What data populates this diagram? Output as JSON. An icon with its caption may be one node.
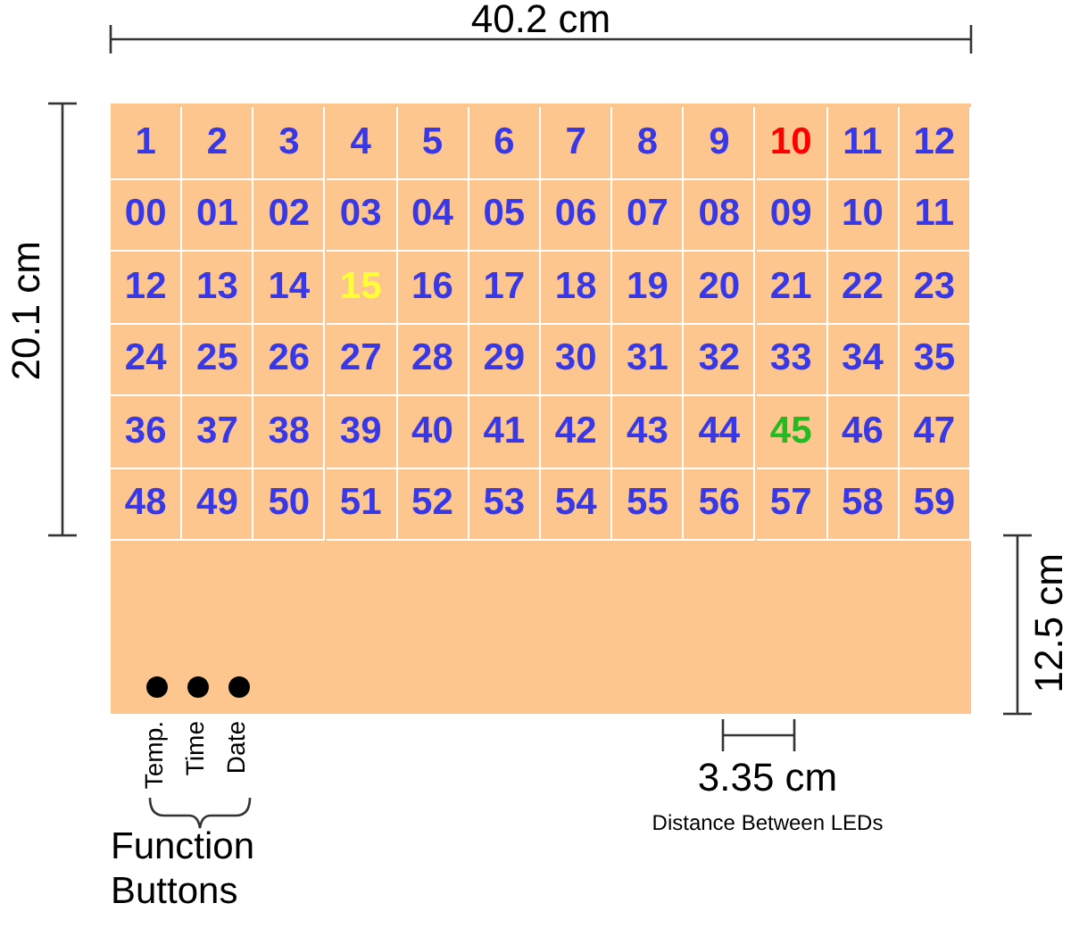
{
  "diagram": {
    "nodes": [
      {
        "text": [],
        "shape": "box"
      },
      {
        "text": [
          "1"
        ],
        "in": 0
      },
      {
        "text": [
          "2"
        ],
        "in": 0
      },
      {
        "text": [
          "3"
        ],
        "in": 0
      },
      {
        "text": [
          "4"
        ],
        "in": 0
      },
      {
        "text": [
          "5"
        ],
        "in": 0
      },
      {
        "text": [
          "6"
        ],
        "in": 0
      },
      {
        "text": [
          "7"
        ],
        "in": 0
      },
      {
        "text": [
          "8"
        ],
        "in": 0
      },
      {
        "text": [
          "9"
        ],
        "in": 0
      },
      {
        "text": [
          "10"
        ],
        "in": 0
      },
      {
        "text": [
          "11"
        ],
        "in": 0
      },
      {
        "text": [
          "12"
        ],
        "in": 0
      },
      {
        "text": [
          "00"
        ],
        "in": 0
      },
      {
        "text": [
          "01"
        ],
        "in": 0
      },
      {
        "text": [
          "02"
        ],
        "in": 0
      },
      {
        "text": [
          "03"
        ],
        "in": 0
      },
      {
        "text": [
          "04"
        ],
        "in": 0
      },
      {
        "text": [
          "05"
        ],
        "in": 0
      },
      {
        "text": [
          "06"
        ],
        "in": 0
      },
      {
        "text": [
          "07"
        ],
        "in": 0
      },
      {
        "text": [
          "08"
        ],
        "in": 0
      },
      {
        "text": [
          "09"
        ],
        "in": 0
      },
      {
        "text": [
          "10"
        ],
        "in": 0
      },
      {
        "text": [
          "11"
        ],
        "in": 0
      },
      {
        "text": [
          "12"
        ],
        "in": 0
      },
      {
        "text": [
          "13"
        ],
        "in": 0
      },
      {
        "text": [
          "14"
        ],
        "in": 0
      },
      {
        "text": [
          "15"
        ],
        "in": 0
      },
      {
        "text": [
          "16"
        ],
        "in": 0
      },
      {
        "text": [
          "17"
        ],
        "in": 0
      },
      {
        "text": [
          "18"
        ],
        "in": 0
      },
      {
        "text": [
          "19"
        ],
        "in": 0
      },
      {
        "text": [
          "20"
        ],
        "in": 0
      },
      {
        "text": [
          "21"
        ],
        "in": 0
      },
      {
        "text": [
          "22"
        ],
        "in": 0
      },
      {
        "text": [
          "23"
        ],
        "in": 0
      },
      {
        "text": [
          "24"
        ],
        "in": 0
      },
      {
        "text": [
          "25"
        ],
        "in": 0
      },
      {
        "text": [
          "26"
        ],
        "in": 0
      },
      {
        "text": [
          "27"
        ],
        "in": 0
      },
      {
        "text": [
          "28"
        ],
        "in": 0
      },
      {
        "text": [
          "29"
        ],
        "in": 0
      },
      {
        "text": [
          "30"
        ],
        "in": 0
      },
      {
        "text": [
          "31"
        ],
        "in": 0
      },
      {
        "text": [
          "32"
        ],
        "in": 0
      },
      {
        "text": [
          "33"
        ],
        "in": 0
      },
      {
        "text": [
          "34"
        ],
        "in": 0
      },
      {
        "text": [
          "35"
        ],
        "in": 0
      },
      {
        "text": [
          "36"
        ],
        "in": 0
      },
      {
        "text": [
          "37"
        ],
        "in": 0
      },
      {
        "text": [
          "38"
        ],
        "in": 0
      },
      {
        "text": [
          "39"
        ],
        "in": 0
      },
      {
        "text": [
          "40"
        ],
        "in": 0
      },
      {
        "text": [
          "41"
        ],
        "in": 0
      },
      {
        "text": [
          "42"
        ],
        "in": 0
      },
      {
        "text": [
          "43"
        ],
        "in": 0
      },
      {
        "text": [
          "44"
        ],
        "in": 0
      },
      {
        "text": [
          "45"
        ],
        "in": 0
      },
      {
        "text": [
          "46"
        ],
        "in": 0
      },
      {
        "text": [
          "47"
        ],
        "in": 0
      },
      {
        "text": [
          "48"
        ],
        "in": 0
      },
      {
        "text": [
          "49"
        ],
        "in": 0
      },
      {
        "text": [
          "50"
        ],
        "in": 0
      },
      {
        "text": [
          "51"
        ],
        "in": 0
      },
      {
        "text": [
          "52"
        ],
        "in": 0
      },
      {
        "text": [
          "53"
        ],
        "in": 0
      },
      {
        "text": [
          "54"
        ],
        "in": 0
      },
      {
        "text": [
          "55"
        ],
        "in": 0
      },
      {
        "text": [
          "56"
        ],
        "in": 0
      },
      {
        "text": [
          "57"
        ],
        "in": 0
      },
      {
        "text": [
          "58"
        ],
        "in": 0
      },
      {
        "text": [
          "59"
        ],
        "in": 0
      },
      {
        "text": [],
        "shape": "circle",
        "in": 0,
        "beside": [
          "Temp."
        ]
      },
      {
        "text": [],
        "shape": "circle",
        "in": 0,
        "beside": [
          "Time"
        ]
      },
      {
        "text": [],
        "shape": "circle",
        "in": 0,
        "beside": [
          "Date"
        ]
      }
    ],
    "labels": [
      "40.2 cm",
      "20.1 cm",
      "12.5 cm",
      "3.35 cm",
      "Distance Between LEDs",
      "Function Buttons"
    ]
  }
}
